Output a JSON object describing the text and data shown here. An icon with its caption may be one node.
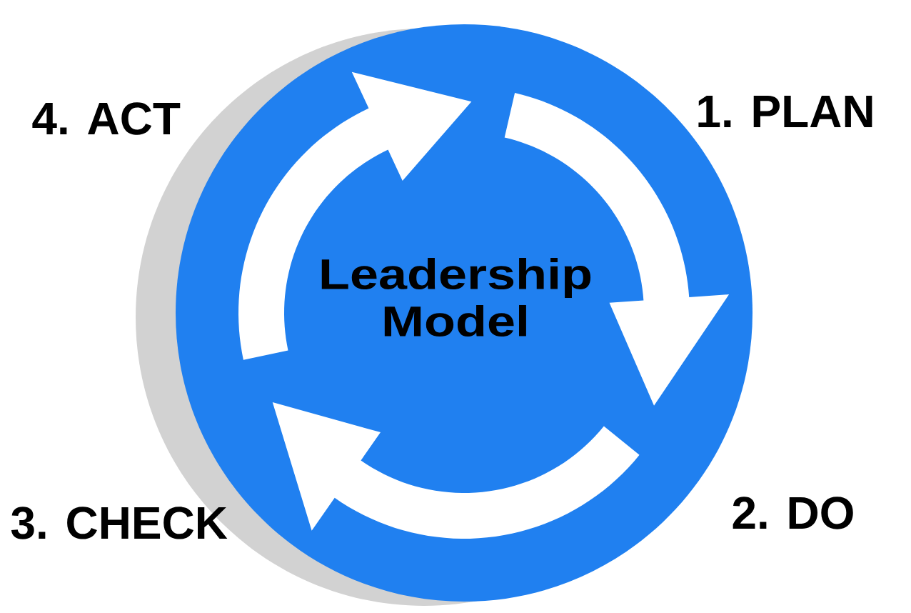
{
  "diagram": {
    "nodes": [
      {
        "text": [
          "Leadership Model"
        ]
      }
    ],
    "labels": [
      "4. ACT",
      "1. PLAN",
      "3. CHECK",
      "2. DO"
    ]
  }
}
